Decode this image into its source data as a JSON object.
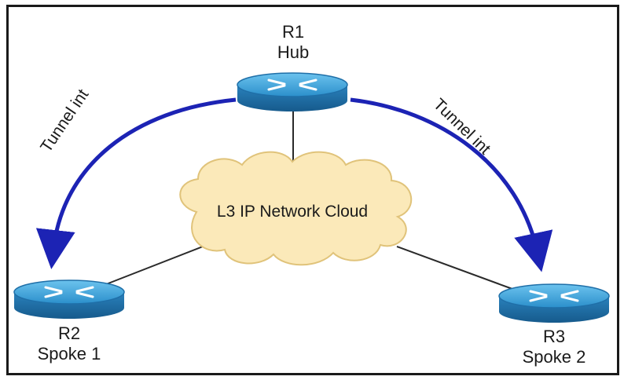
{
  "colors": {
    "tunnel": "#1c23b4",
    "router_top": "#3aa0d6",
    "router_side": "#1f6fa8",
    "cloud_fill": "#fbe9b9",
    "cloud_stroke": "#e0c37a",
    "link": "#2a2a2a"
  },
  "routers": {
    "r1": {
      "name": "R1",
      "role": "Hub",
      "icon": "router-icon"
    },
    "r2": {
      "name": "R2",
      "role": "Spoke 1",
      "icon": "router-icon"
    },
    "r3": {
      "name": "R3",
      "role": "Spoke 2",
      "icon": "router-icon"
    }
  },
  "cloud": {
    "label": "L3 IP Network Cloud",
    "icon": "cloud-icon"
  },
  "tunnels": {
    "left": "Tunnel int",
    "right": "Tunnel int"
  }
}
